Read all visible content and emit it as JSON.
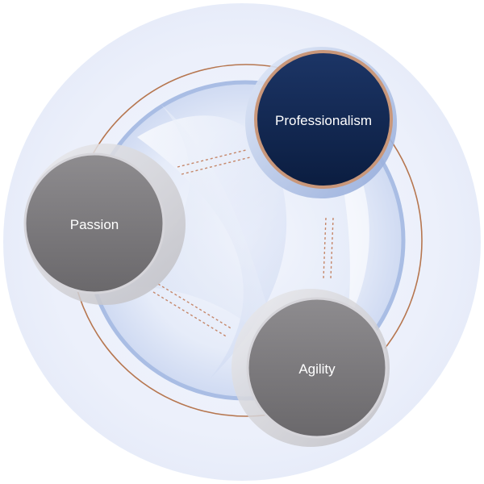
{
  "diagram": {
    "nodes": [
      {
        "id": "professionalism",
        "label": "Professionalism",
        "style": "primary"
      },
      {
        "id": "passion",
        "label": "Passion",
        "style": "secondary"
      },
      {
        "id": "agility",
        "label": "Agility",
        "style": "secondary"
      }
    ],
    "connections": [
      {
        "from": "professionalism",
        "to": "passion",
        "style": "dashed"
      },
      {
        "from": "professionalism",
        "to": "agility",
        "style": "dashed"
      },
      {
        "from": "passion",
        "to": "agility",
        "style": "dashed"
      }
    ]
  },
  "colors": {
    "background_disc": "#eef1fb",
    "inner_ring": "#a9bde4",
    "outer_ring": "#b6764f",
    "primary_node": "#0f2550",
    "primary_node_border": "#c9977a",
    "secondary_node": "#7c7a7d",
    "dashed_connector": "#c5876a",
    "label_text": "#ffffff"
  }
}
